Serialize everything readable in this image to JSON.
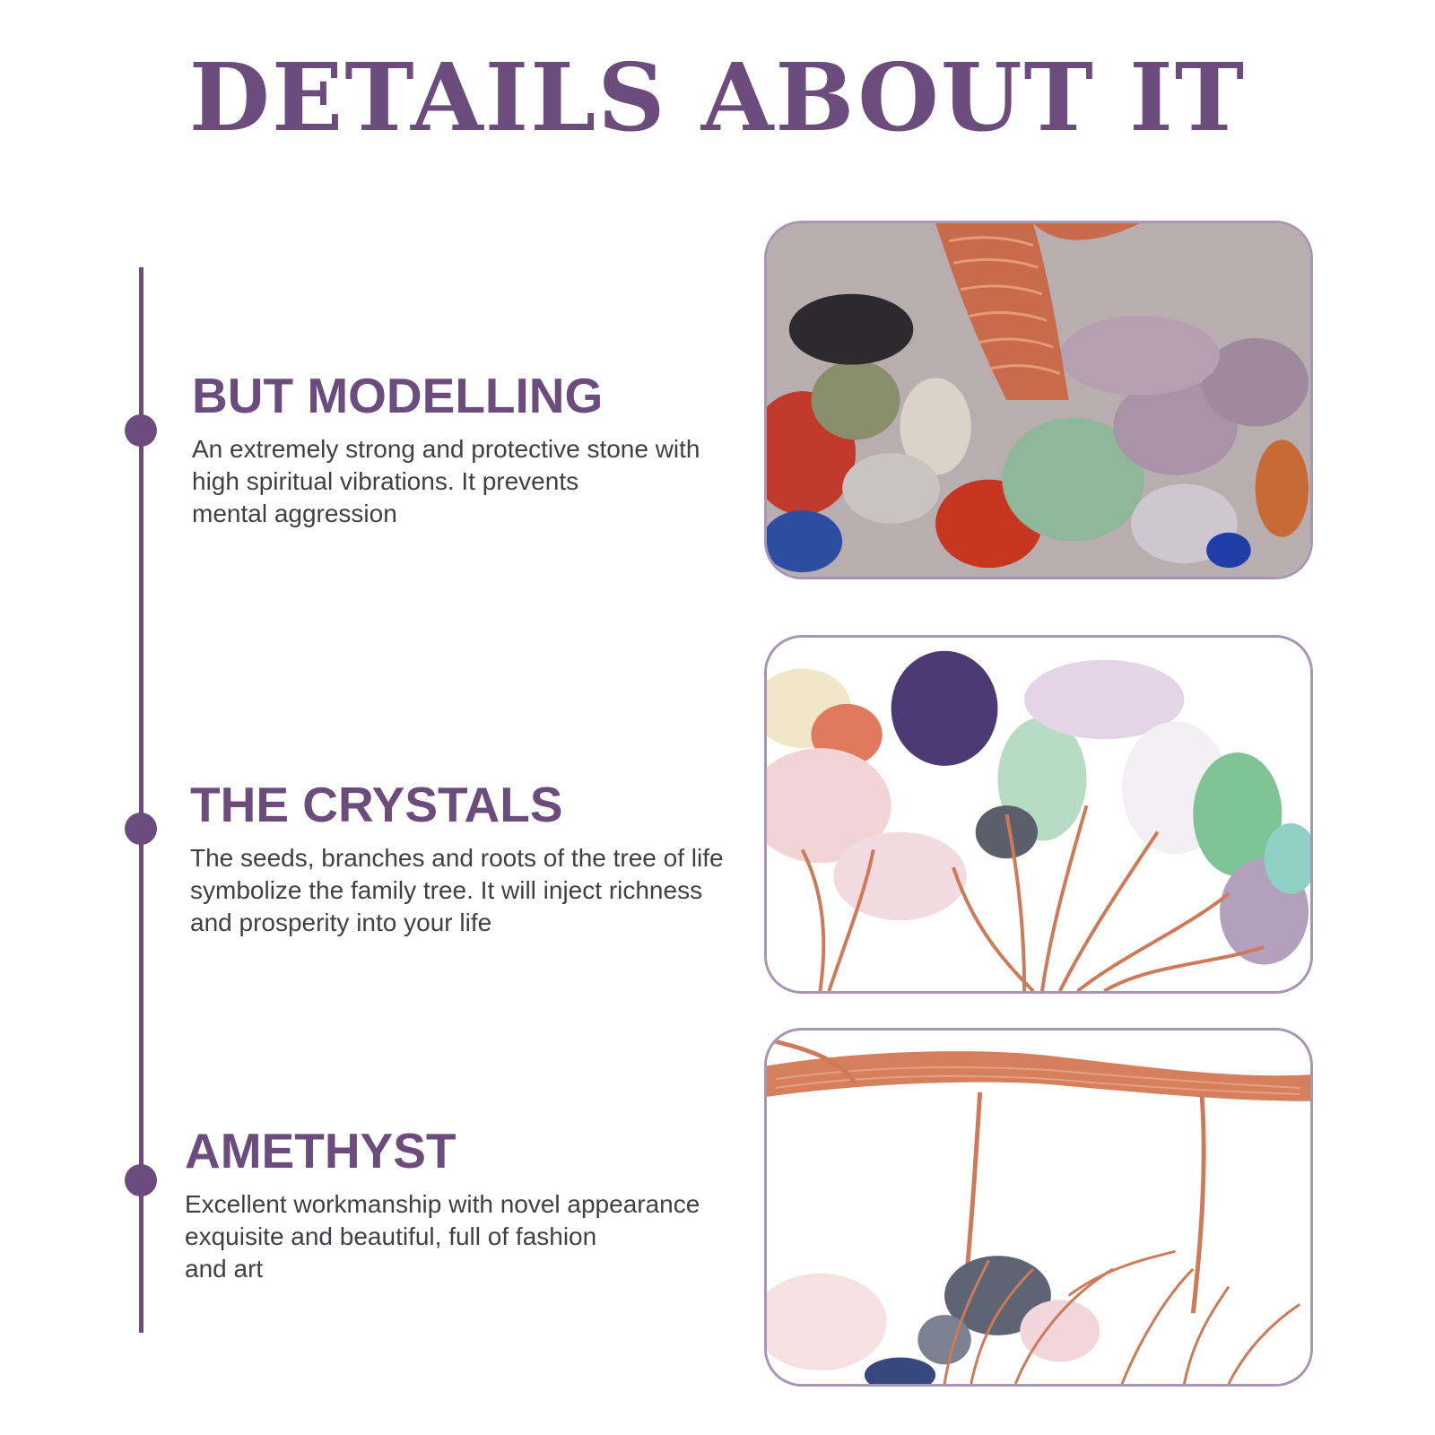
{
  "page": {
    "title": "DETAILS ABOUT IT",
    "accent_color": "#6b4c7d",
    "body_text_color": "#3f3f46",
    "frame_color": "#a895b3"
  },
  "features": [
    {
      "heading": "BUT MODELLING",
      "lines": [
        "An extremely strong and protective stone with",
        "high spiritual vibrations. It prevents",
        "mental aggression"
      ],
      "image": "photo-crystal-chips-closeup"
    },
    {
      "heading": "THE CRYSTALS",
      "lines": [
        "The seeds, branches and roots of the tree of life",
        "symbolize the family tree. It will inject richness",
        "and prosperity into your life"
      ],
      "image": "photo-crystal-branches"
    },
    {
      "heading": "AMETHYST",
      "lines": [
        "Excellent workmanship with novel appearance",
        "exquisite and beautiful, full of fashion",
        "and art"
      ],
      "image": "photo-copper-wire-roots"
    }
  ]
}
